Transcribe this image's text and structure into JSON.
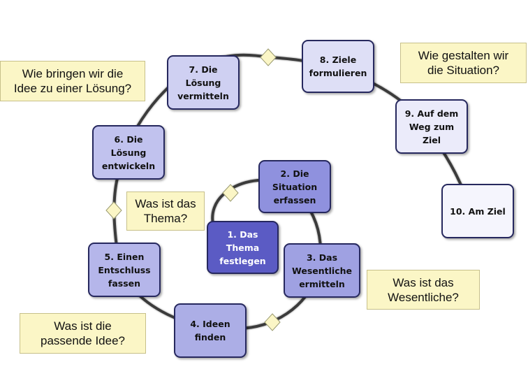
{
  "steps": [
    {
      "label": "1. Das\nThema\nfestlegen",
      "color": "#5b5bc4",
      "dark": true
    },
    {
      "label": "2. Die\nSituation\nerfassen",
      "color": "#8f91de",
      "dark": false
    },
    {
      "label": "3. Das\nWesentliche\nermitteln",
      "color": "#9fa1e2",
      "dark": false
    },
    {
      "label": "4. Ideen\nfinden",
      "color": "#acaee6",
      "dark": false
    },
    {
      "label": "5. Einen\nEntschluss\nfassen",
      "color": "#b5b6ea",
      "dark": false
    },
    {
      "label": "6. Die\nLösung\nentwickeln",
      "color": "#c1c2ee",
      "dark": false
    },
    {
      "label": "7. Die\nLösung\nvermitteln",
      "color": "#cfd0f2",
      "dark": false
    },
    {
      "label": "8. Ziele\nformulieren",
      "color": "#dedff6",
      "dark": false
    },
    {
      "label": "9. Auf dem\nWeg zum\nZiel",
      "color": "#ebebfa",
      "dark": false
    },
    {
      "label": "10. Am Ziel",
      "color": "#f5f5fd",
      "dark": false
    }
  ],
  "questions": {
    "thema": "Was ist das\nThema?",
    "wesentliche": "Was ist das\nWesentliche?",
    "idee": "Was ist die\npassende Idee?",
    "loesung": "Wie bringen wir die\nIdee zu einer Lösung?",
    "situation": "Wie gestalten wir\ndie Situation?"
  },
  "colors": {
    "spiral": "#3a3a3a",
    "diamond_fill": "#fbf6c6",
    "diamond_stroke": "#9a9a70",
    "step_border": "#26285e",
    "question_bg": "#fbf6c6"
  }
}
